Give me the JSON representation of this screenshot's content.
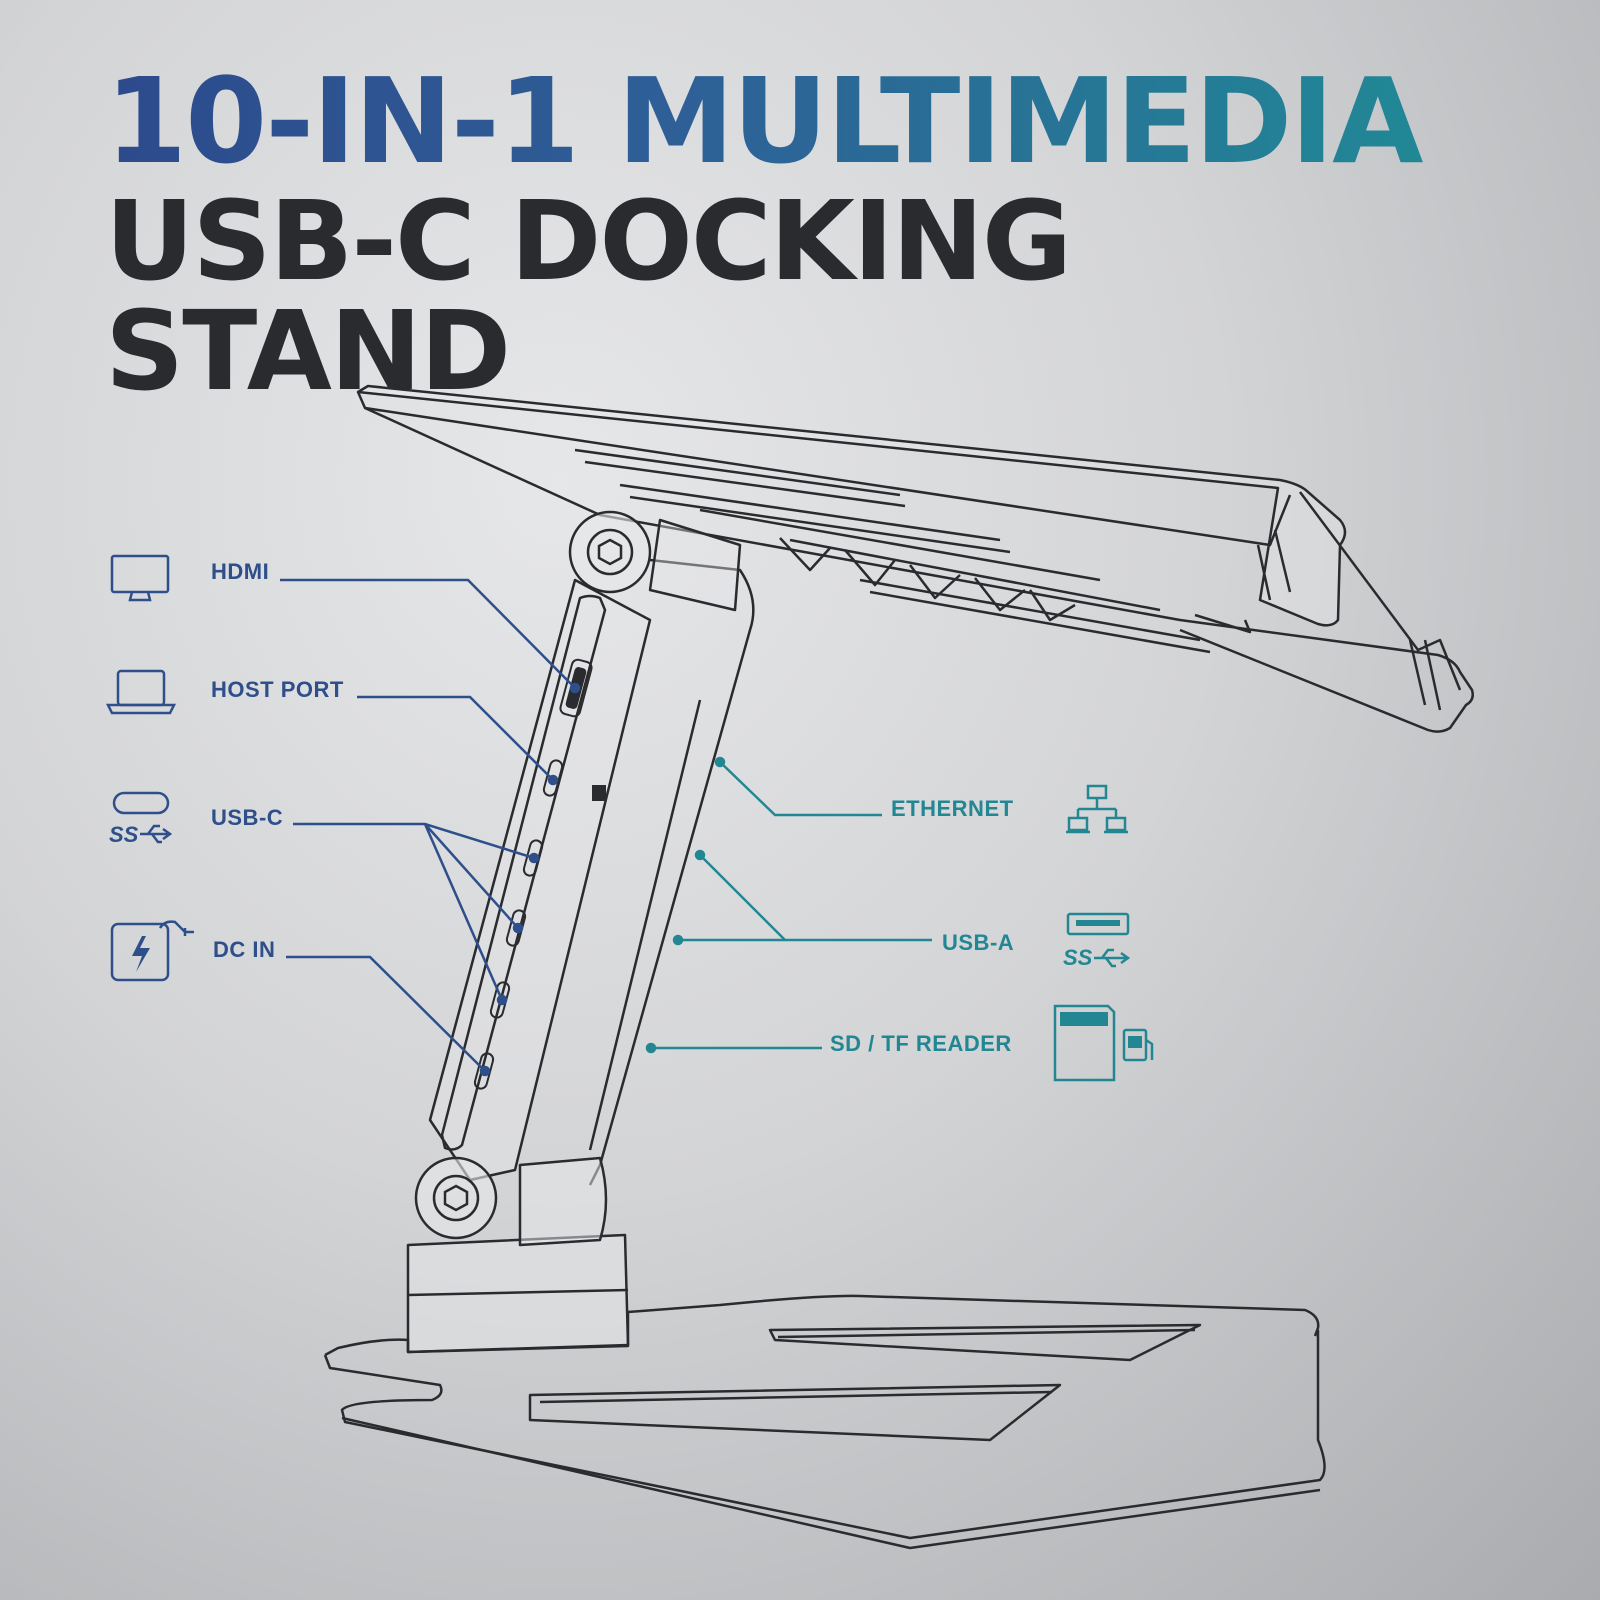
{
  "title": {
    "line1": "10-IN-1 MULTIMEDIA",
    "line2": "USB-C DOCKING STAND"
  },
  "colors": {
    "left_label": "#2e4f8a",
    "right_label": "#238793",
    "headline_dark": "#2a2b2e",
    "drawing_stroke": "#2a2b2e"
  },
  "left_ports": [
    {
      "label": "HDMI",
      "icon": "monitor-icon"
    },
    {
      "label": "HOST PORT",
      "icon": "laptop-icon"
    },
    {
      "label": "USB-C",
      "icon": "usb-c-ss-icon"
    },
    {
      "label": "DC IN",
      "icon": "charger-icon"
    }
  ],
  "right_ports": [
    {
      "label": "ETHERNET",
      "icon": "network-icon"
    },
    {
      "label": "USB-A",
      "icon": "usb-a-ss-icon"
    },
    {
      "label": "SD / TF READER",
      "icon": "sd-tf-card-icon"
    }
  ]
}
